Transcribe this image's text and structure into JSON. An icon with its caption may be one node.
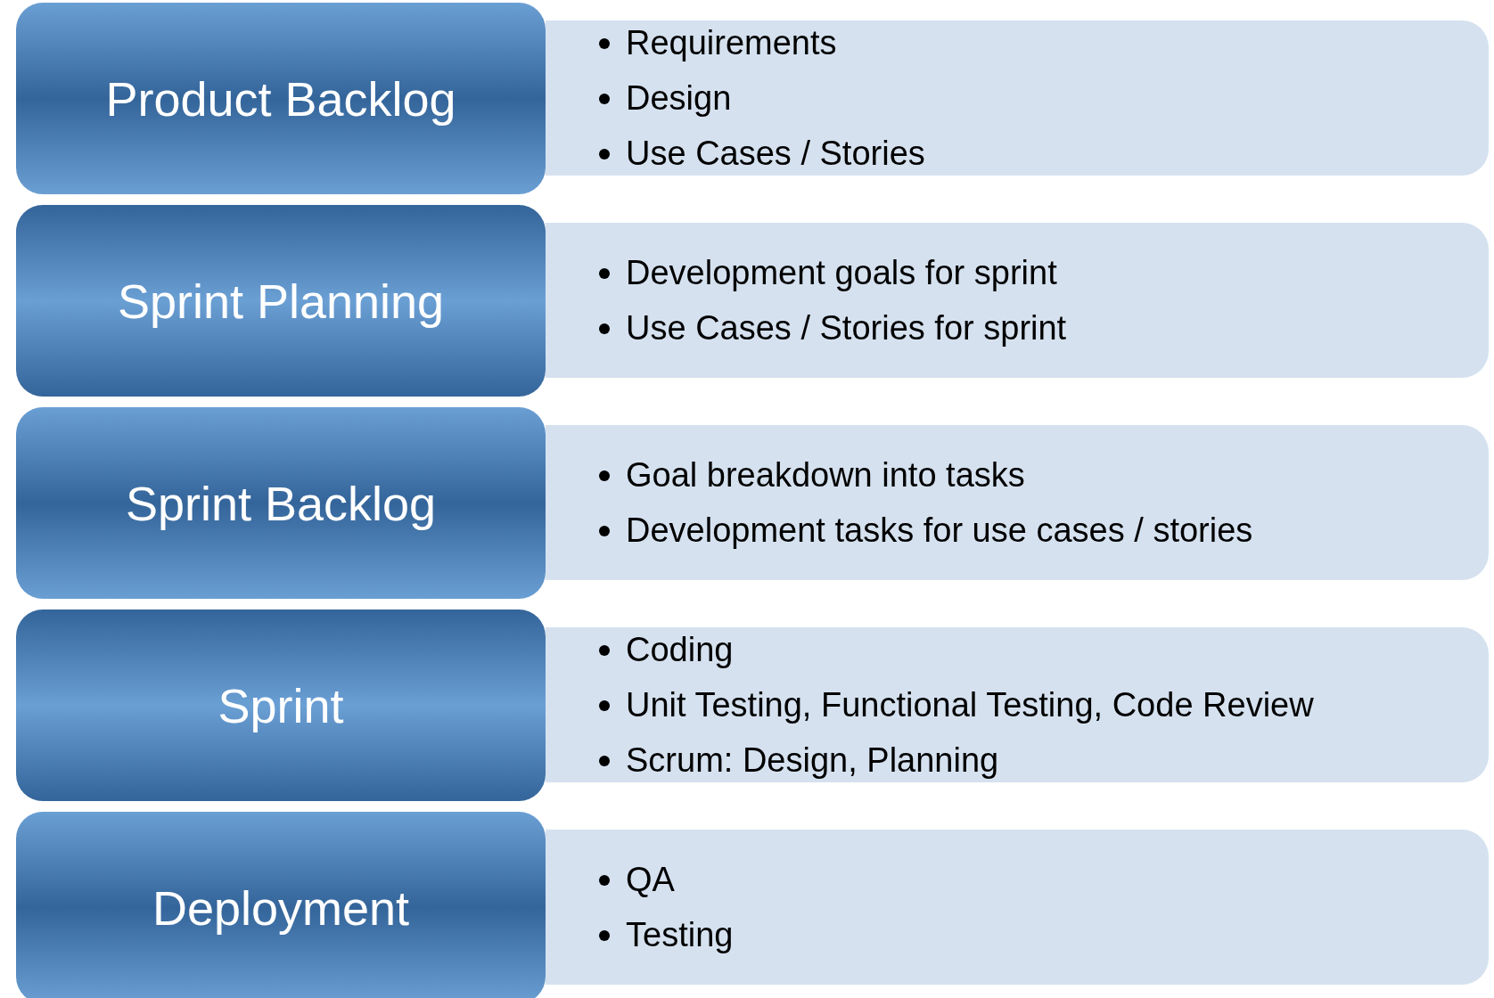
{
  "diagram": {
    "nodes": [
      {
        "text": [
          "Product Backlog"
        ]
      },
      {
        "text": [
          "Requirements",
          "Design",
          "Use Cases / Stories"
        ]
      },
      {
        "text": [
          "Sprint Planning"
        ]
      },
      {
        "text": [
          "Development goals for sprint",
          "Use Cases / Stories for sprint"
        ]
      },
      {
        "text": [
          "Sprint Backlog"
        ]
      },
      {
        "text": [
          "Goal breakdown into tasks",
          "Development tasks for use cases / stories"
        ]
      },
      {
        "text": [
          "Sprint"
        ]
      },
      {
        "text": [
          "Coding",
          "Unit Testing, Functional Testing, Code Review",
          "Scrum: Design, Planning"
        ]
      },
      {
        "text": [
          "Deployment"
        ]
      },
      {
        "text": [
          "QA",
          "Testing"
        ]
      }
    ]
  }
}
